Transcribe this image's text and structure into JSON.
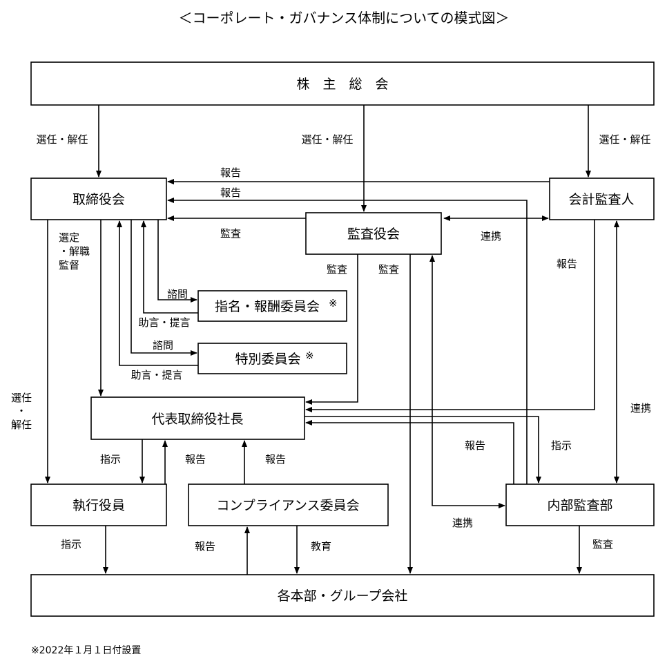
{
  "title": "＜コーポレート・ガバナンス体制についての模式図＞",
  "boxes": {
    "shareholders": "株　主　総　会",
    "board": "取締役会",
    "auditor": "会計監査人",
    "audit_board": "監査役会",
    "nomination": "指名・報酬委員会",
    "nomination_mark": "※",
    "special": "特別委員会",
    "special_mark": "※",
    "president": "代表取締役社長",
    "officers": "執行役員",
    "compliance": "コンプライアンス委員会",
    "internal_audit": "内部監査部",
    "divisions": "各本部・グループ会社"
  },
  "labels": {
    "elect_dismiss_left": "選任・解任",
    "elect_dismiss_center": "選任・解任",
    "elect_dismiss_right": "選任・解任",
    "report_1": "報告",
    "report_2": "報告",
    "audit_board_to_board": "監査",
    "coop_auditor": "連携",
    "select_1": "選定",
    "select_2": "・解職",
    "supervise": "監督",
    "audit_1": "監査",
    "audit_2": "監査",
    "report_auditor": "報告",
    "consult_1": "諮問",
    "advice_1": "助言・提言",
    "consult_2": "諮問",
    "advice_2": "助言・提言",
    "elect_v1": "選任",
    "elect_v2": "・",
    "elect_v3": "解任",
    "coop_internal": "連携",
    "instruct_1": "指示",
    "report_3": "報告",
    "report_4": "報告",
    "report_5": "報告",
    "instruct_2": "指示",
    "coop_lower": "連携",
    "instruct_3": "指示",
    "report_6": "報告",
    "education": "教育",
    "audit_3": "監査"
  },
  "footnote": "※2022年１月１日付設置"
}
